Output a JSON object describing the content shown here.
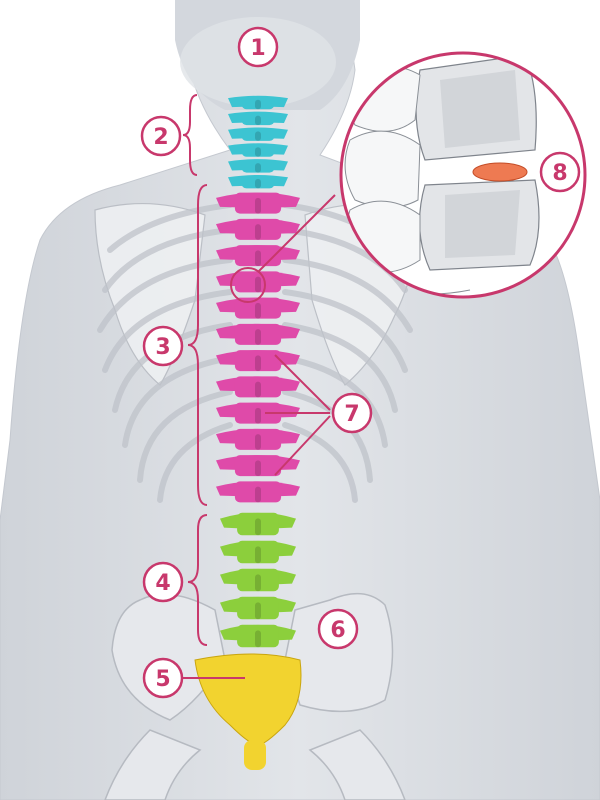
{
  "colors": {
    "accent": "#c8386c",
    "badge_fill": "#ffffff",
    "body_fill": "#dcdfe4",
    "body_shade": "#c9cdd4",
    "bone_fill": "#f1f2f4",
    "bone_stroke": "#b9bdc4",
    "cervical": "#3cc4d2",
    "thoracic": "#df4aa9",
    "lumbar": "#8ccf3c",
    "sacrum": "#f2d32f",
    "disc": "#ee7a52"
  },
  "labels": [
    {
      "id": "1",
      "text": "1"
    },
    {
      "id": "2",
      "text": "2"
    },
    {
      "id": "3",
      "text": "3"
    },
    {
      "id": "4",
      "text": "4"
    },
    {
      "id": "5",
      "text": "5"
    },
    {
      "id": "6",
      "text": "6"
    },
    {
      "id": "7",
      "text": "7"
    },
    {
      "id": "8",
      "text": "8"
    }
  ]
}
